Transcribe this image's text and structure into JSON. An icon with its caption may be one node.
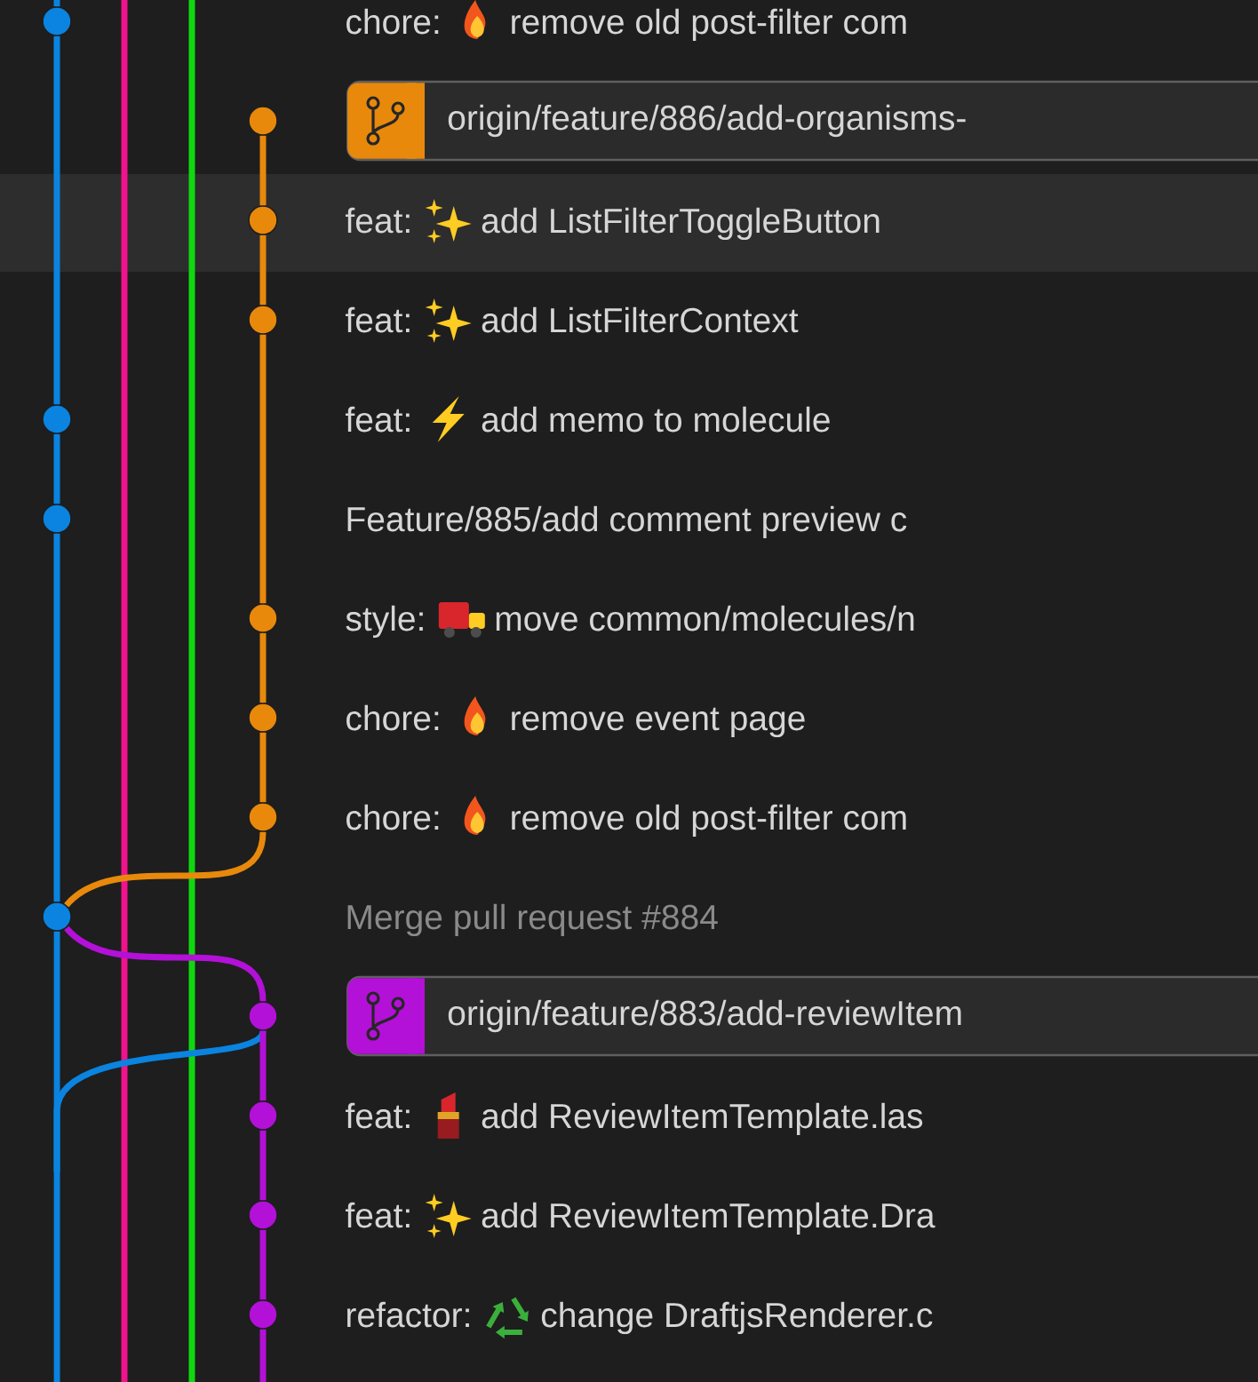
{
  "diagram": {
    "nodes": [
      {
        "text": [],
        "shape": "circle"
      },
      {
        "text": [],
        "shape": "circle"
      },
      {
        "text": [
          "origin/feature/886/add-organisms-"
        ]
      },
      {
        "text": [],
        "shape": "circle"
      },
      {
        "text": [],
        "shape": "circle"
      },
      {
        "text": [],
        "shape": "circle"
      },
      {
        "text": [],
        "shape": "circle"
      },
      {
        "text": [],
        "shape": "circle"
      },
      {
        "text": [],
        "shape": "circle"
      },
      {
        "text": [],
        "shape": "circle"
      },
      {
        "text": [],
        "shape": "circle"
      },
      {
        "text": [],
        "shape": "circle"
      },
      {
        "text": [
          "origin/feature/883/add-reviewItem"
        ]
      },
      {
        "text": [],
        "shape": "circle"
      },
      {
        "text": [],
        "shape": "circle"
      },
      {
        "text": [],
        "shape": "circle"
      }
    ],
    "edges": [
      {
        "from": null,
        "to": 0,
        "arrow": "none",
        "color": "#0a84e0"
      },
      {
        "from": 0,
        "to": 5,
        "arrow": "none",
        "color": "#0a84e0"
      },
      {
        "from": 5,
        "to": 6,
        "arrow": "none",
        "color": "#0a84e0"
      },
      {
        "from": 6,
        "to": 10,
        "arrow": "none",
        "color": "#0a84e0"
      },
      {
        "from": 1,
        "to": 3,
        "arrow": "none",
        "color": "#e8890c"
      },
      {
        "from": 3,
        "to": 4,
        "arrow": "none",
        "color": "#e8890c"
      },
      {
        "from": 4,
        "to": 7,
        "arrow": "none",
        "color": "#e8890c"
      },
      {
        "from": 7,
        "to": 8,
        "arrow": "none",
        "color": "#e8890c"
      },
      {
        "from": 8,
        "to": 9,
        "arrow": "none",
        "color": "#e8890c"
      },
      {
        "from": 9,
        "to": 10,
        "arrow": "none",
        "color": "#e8890c"
      },
      {
        "from": 10,
        "to": 11,
        "arrow": "none",
        "color": "#b310d8"
      },
      {
        "from": 10,
        "to": null,
        "arrow": "none",
        "color": "#0a84e0"
      },
      {
        "from": 11,
        "to": null,
        "arrow": "none",
        "color": "#0a84e0"
      },
      {
        "from": 11,
        "to": 13,
        "arrow": "none",
        "color": "#b310d8"
      },
      {
        "from": 13,
        "to": 14,
        "arrow": "none",
        "color": "#b310d8"
      },
      {
        "from": 14,
        "to": 15,
        "arrow": "none",
        "color": "#b310d8"
      },
      {
        "from": 15,
        "to": null,
        "arrow": "none",
        "color": "#b310d8"
      }
    ],
    "labels": [
      "chore:",
      "remove old post-filter com",
      "feat:",
      "add ListFilterToggleButton",
      "feat:",
      "add ListFilterContext",
      "feat:",
      "add memo to molecule",
      "Feature/885/add comment preview c",
      "style:",
      "move common/molecules/n",
      "chore:",
      "remove event page",
      "chore:",
      "remove old post-filter com",
      "Merge pull request #884",
      "feat:",
      "add ReviewItemTemplate.las",
      "feat:",
      "add ReviewItemTemplate.Dra",
      "refactor:",
      "change DraftjsRenderer.c"
    ]
  }
}
